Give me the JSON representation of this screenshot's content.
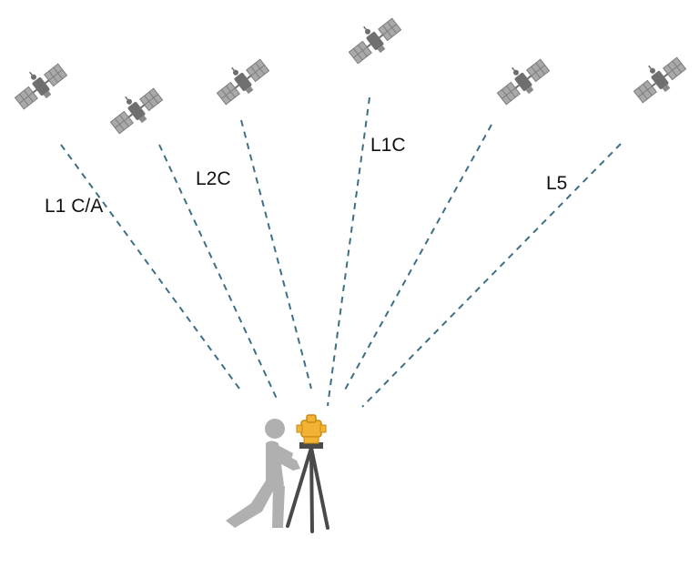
{
  "diagram": {
    "signal_labels": {
      "l1_ca": "L1 C/A",
      "l2c": "L2C",
      "l1c": "L1C",
      "l5": "L5"
    },
    "colors": {
      "signal_line": "#3f6f84",
      "satellite_panel": "#a9a9a9",
      "satellite_body": "#6f6f6f",
      "person": "#b0b0b0",
      "tripod": "#4a4a4a",
      "instrument": "#f2b233",
      "label_text": "#111111"
    },
    "icons": {
      "satellite": "satellite-icon",
      "surveyor": "surveyor-person-icon",
      "instrument": "total-station-icon",
      "tripod": "tripod-icon"
    },
    "satellite_count": 6
  }
}
